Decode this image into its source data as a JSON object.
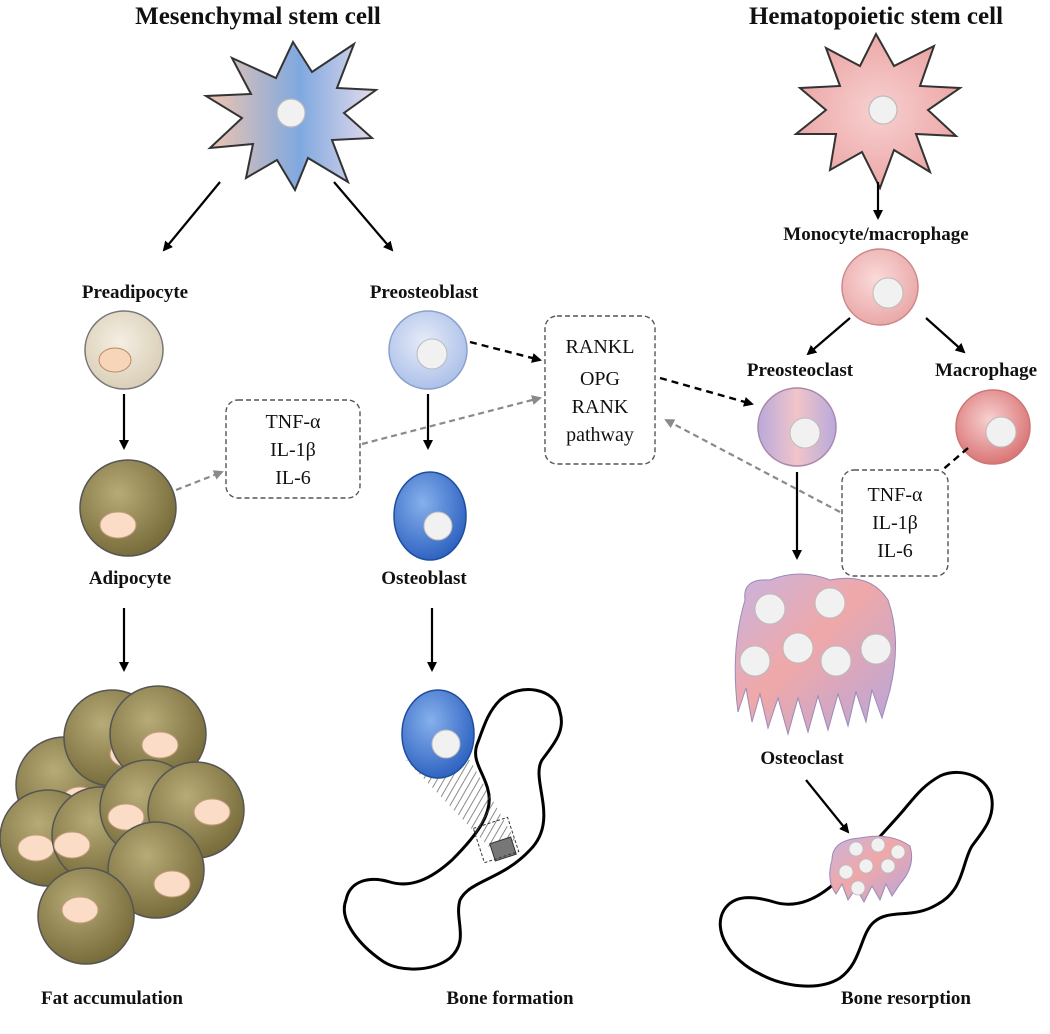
{
  "headings": {
    "left": "Mesenchymal stem cell",
    "right": "Hematopoietic stem cell"
  },
  "cells": {
    "preadipocyte": "Preadipocyte",
    "preosteoblast": "Preosteoblast",
    "adipocyte": "Adipocyte",
    "osteoblast": "Osteoblast",
    "monocyte_macrophage": "Monocyte/macrophage",
    "preosteoclast": "Preosteoclast",
    "macrophage": "Macrophage",
    "osteoclast": "Osteoclast"
  },
  "outcomes": {
    "fat": "Fat accumulation",
    "formation": "Bone formation",
    "resorption": "Bone resorption"
  },
  "cytokine_box_left": [
    "TNF-α",
    "IL-1β",
    "IL-6"
  ],
  "cytokine_box_right": [
    "TNF-α",
    "IL-1β",
    "IL-6"
  ],
  "pathway_box": [
    "RANKL",
    "OPG",
    "RANK",
    "pathway"
  ],
  "colors": {
    "msc_gradient": [
      "#f2c8b0",
      "#7aa6de"
    ],
    "hsc": "#f0b5b5",
    "adipocyte": "#8b8050",
    "osteoblast": "#2f6fd0",
    "osteoclast": [
      "#f0a6a6",
      "#b7a8d8"
    ]
  }
}
